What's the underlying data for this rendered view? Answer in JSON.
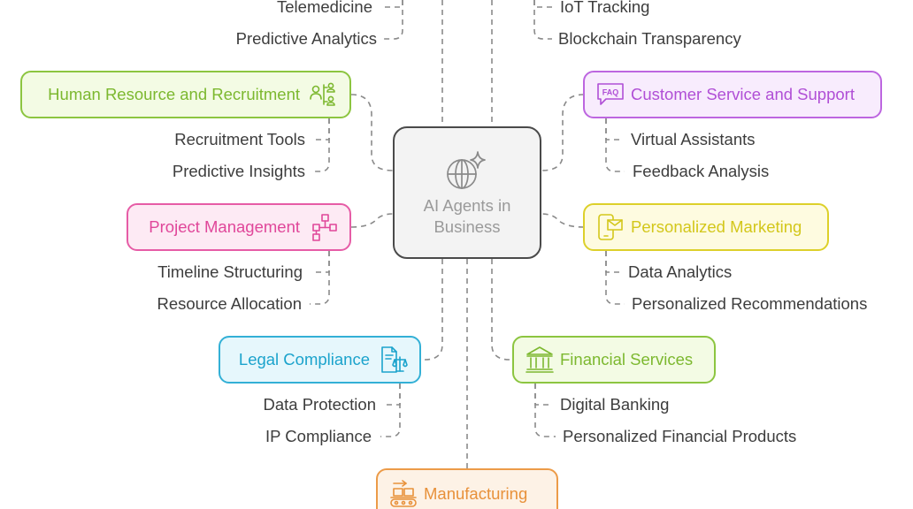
{
  "center": {
    "title": "AI Agents in\nBusiness",
    "icon": "globe-sparkle-icon"
  },
  "branches": {
    "healthcare": {
      "leaves": [
        "Telemedicine",
        "Predictive Analytics"
      ]
    },
    "supply_chain": {
      "leaves": [
        "IoT Tracking",
        "Blockchain Transparency"
      ]
    },
    "hr": {
      "label": "Human Resource and Recruitment",
      "icon": "people-network-icon",
      "color": "#7cb82f",
      "fill": "#f3fbe4",
      "border": "#8cc540",
      "leaves": [
        "Recruitment Tools",
        "Predictive Insights"
      ]
    },
    "customer_service": {
      "label": "Customer Service and Support",
      "icon": "faq-chat-icon",
      "color": "#b04fd6",
      "fill": "#f8ecfd",
      "border": "#bd66e0",
      "leaves": [
        "Virtual Assistants",
        "Feedback Analysis"
      ]
    },
    "project": {
      "label": "Project Management",
      "icon": "flowchart-icon",
      "color": "#e0479a",
      "fill": "#fdeaf4",
      "border": "#e65ca6",
      "leaves": [
        "Timeline Structuring",
        "Resource Allocation"
      ]
    },
    "marketing": {
      "label": "Personalized Marketing",
      "icon": "mobile-mail-icon",
      "color": "#d3c71a",
      "fill": "#fefbe0",
      "border": "#ddd02a",
      "leaves": [
        "Data Analytics",
        "Personalized Recommendations"
      ]
    },
    "legal": {
      "label": "Legal Compliance",
      "icon": "document-scales-icon",
      "color": "#1ba3cc",
      "fill": "#e6f7fc",
      "border": "#33b0d6",
      "leaves": [
        "Data Protection",
        "IP Compliance"
      ]
    },
    "finance": {
      "label": "Financial Services",
      "icon": "bank-icon",
      "color": "#7cb82f",
      "fill": "#f3fbe4",
      "border": "#8cc540",
      "leaves": [
        "Digital Banking",
        "Personalized Financial Products"
      ]
    },
    "manufacturing": {
      "label": "Manufacturing",
      "icon": "conveyor-icon",
      "color": "#e8913a",
      "fill": "#fdf2e6",
      "border": "#ec9b48"
    }
  }
}
